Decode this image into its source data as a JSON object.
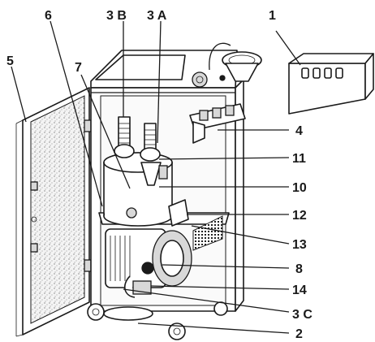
{
  "callouts": {
    "c1": "1",
    "c2": "2",
    "c3a": "3 A",
    "c3b": "3 B",
    "c3c": "3 C",
    "c4": "4",
    "c5": "5",
    "c6": "6",
    "c7": "7",
    "c8": "8",
    "c10": "10",
    "c11": "11",
    "c12": "12",
    "c13": "13",
    "c14": "14"
  }
}
